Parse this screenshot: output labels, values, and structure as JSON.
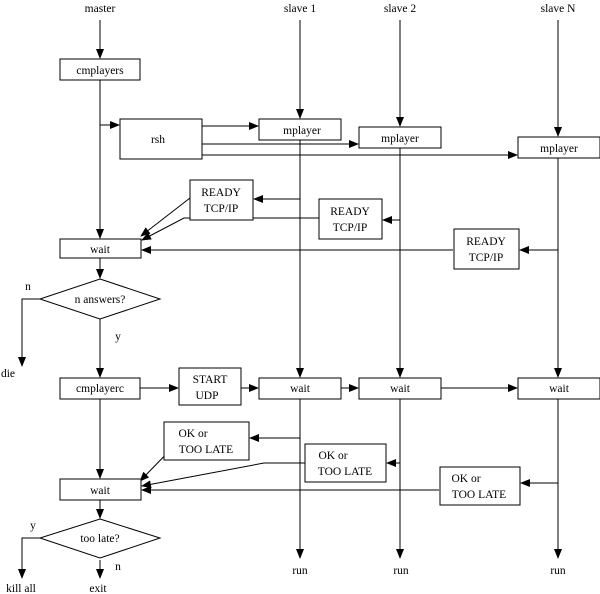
{
  "columns": {
    "master": "master",
    "slave1": "slave 1",
    "slave2": "slave 2",
    "slaveN": "slave N"
  },
  "nodes": {
    "cmplayers": "cmplayers",
    "rsh": "rsh",
    "mplayer1": "mplayer",
    "mplayer2": "mplayer",
    "mplayerN": "mplayer",
    "ready1": [
      "READY",
      "TCP/IP"
    ],
    "ready2": [
      "READY",
      "TCP/IP"
    ],
    "readyN": [
      "READY",
      "TCP/IP"
    ],
    "wait_top": "wait",
    "answers": "n answers?",
    "cmplayerc": "cmplayerc",
    "start": [
      "START",
      "UDP"
    ],
    "wait1": "wait",
    "wait2": "wait",
    "waitN": "wait",
    "ok1": [
      "OK or",
      "TOO LATE"
    ],
    "ok2": [
      "OK or",
      "TOO LATE"
    ],
    "okN": [
      "OK or",
      "TOO LATE"
    ],
    "wait_bottom": "wait",
    "toolate": "too late?"
  },
  "labels": {
    "n1": "n",
    "y1": "y",
    "die": "die",
    "y2": "y",
    "n2": "n",
    "killall": "kill all",
    "exit": "exit",
    "run1": "run",
    "run2": "run",
    "runN": "run"
  }
}
